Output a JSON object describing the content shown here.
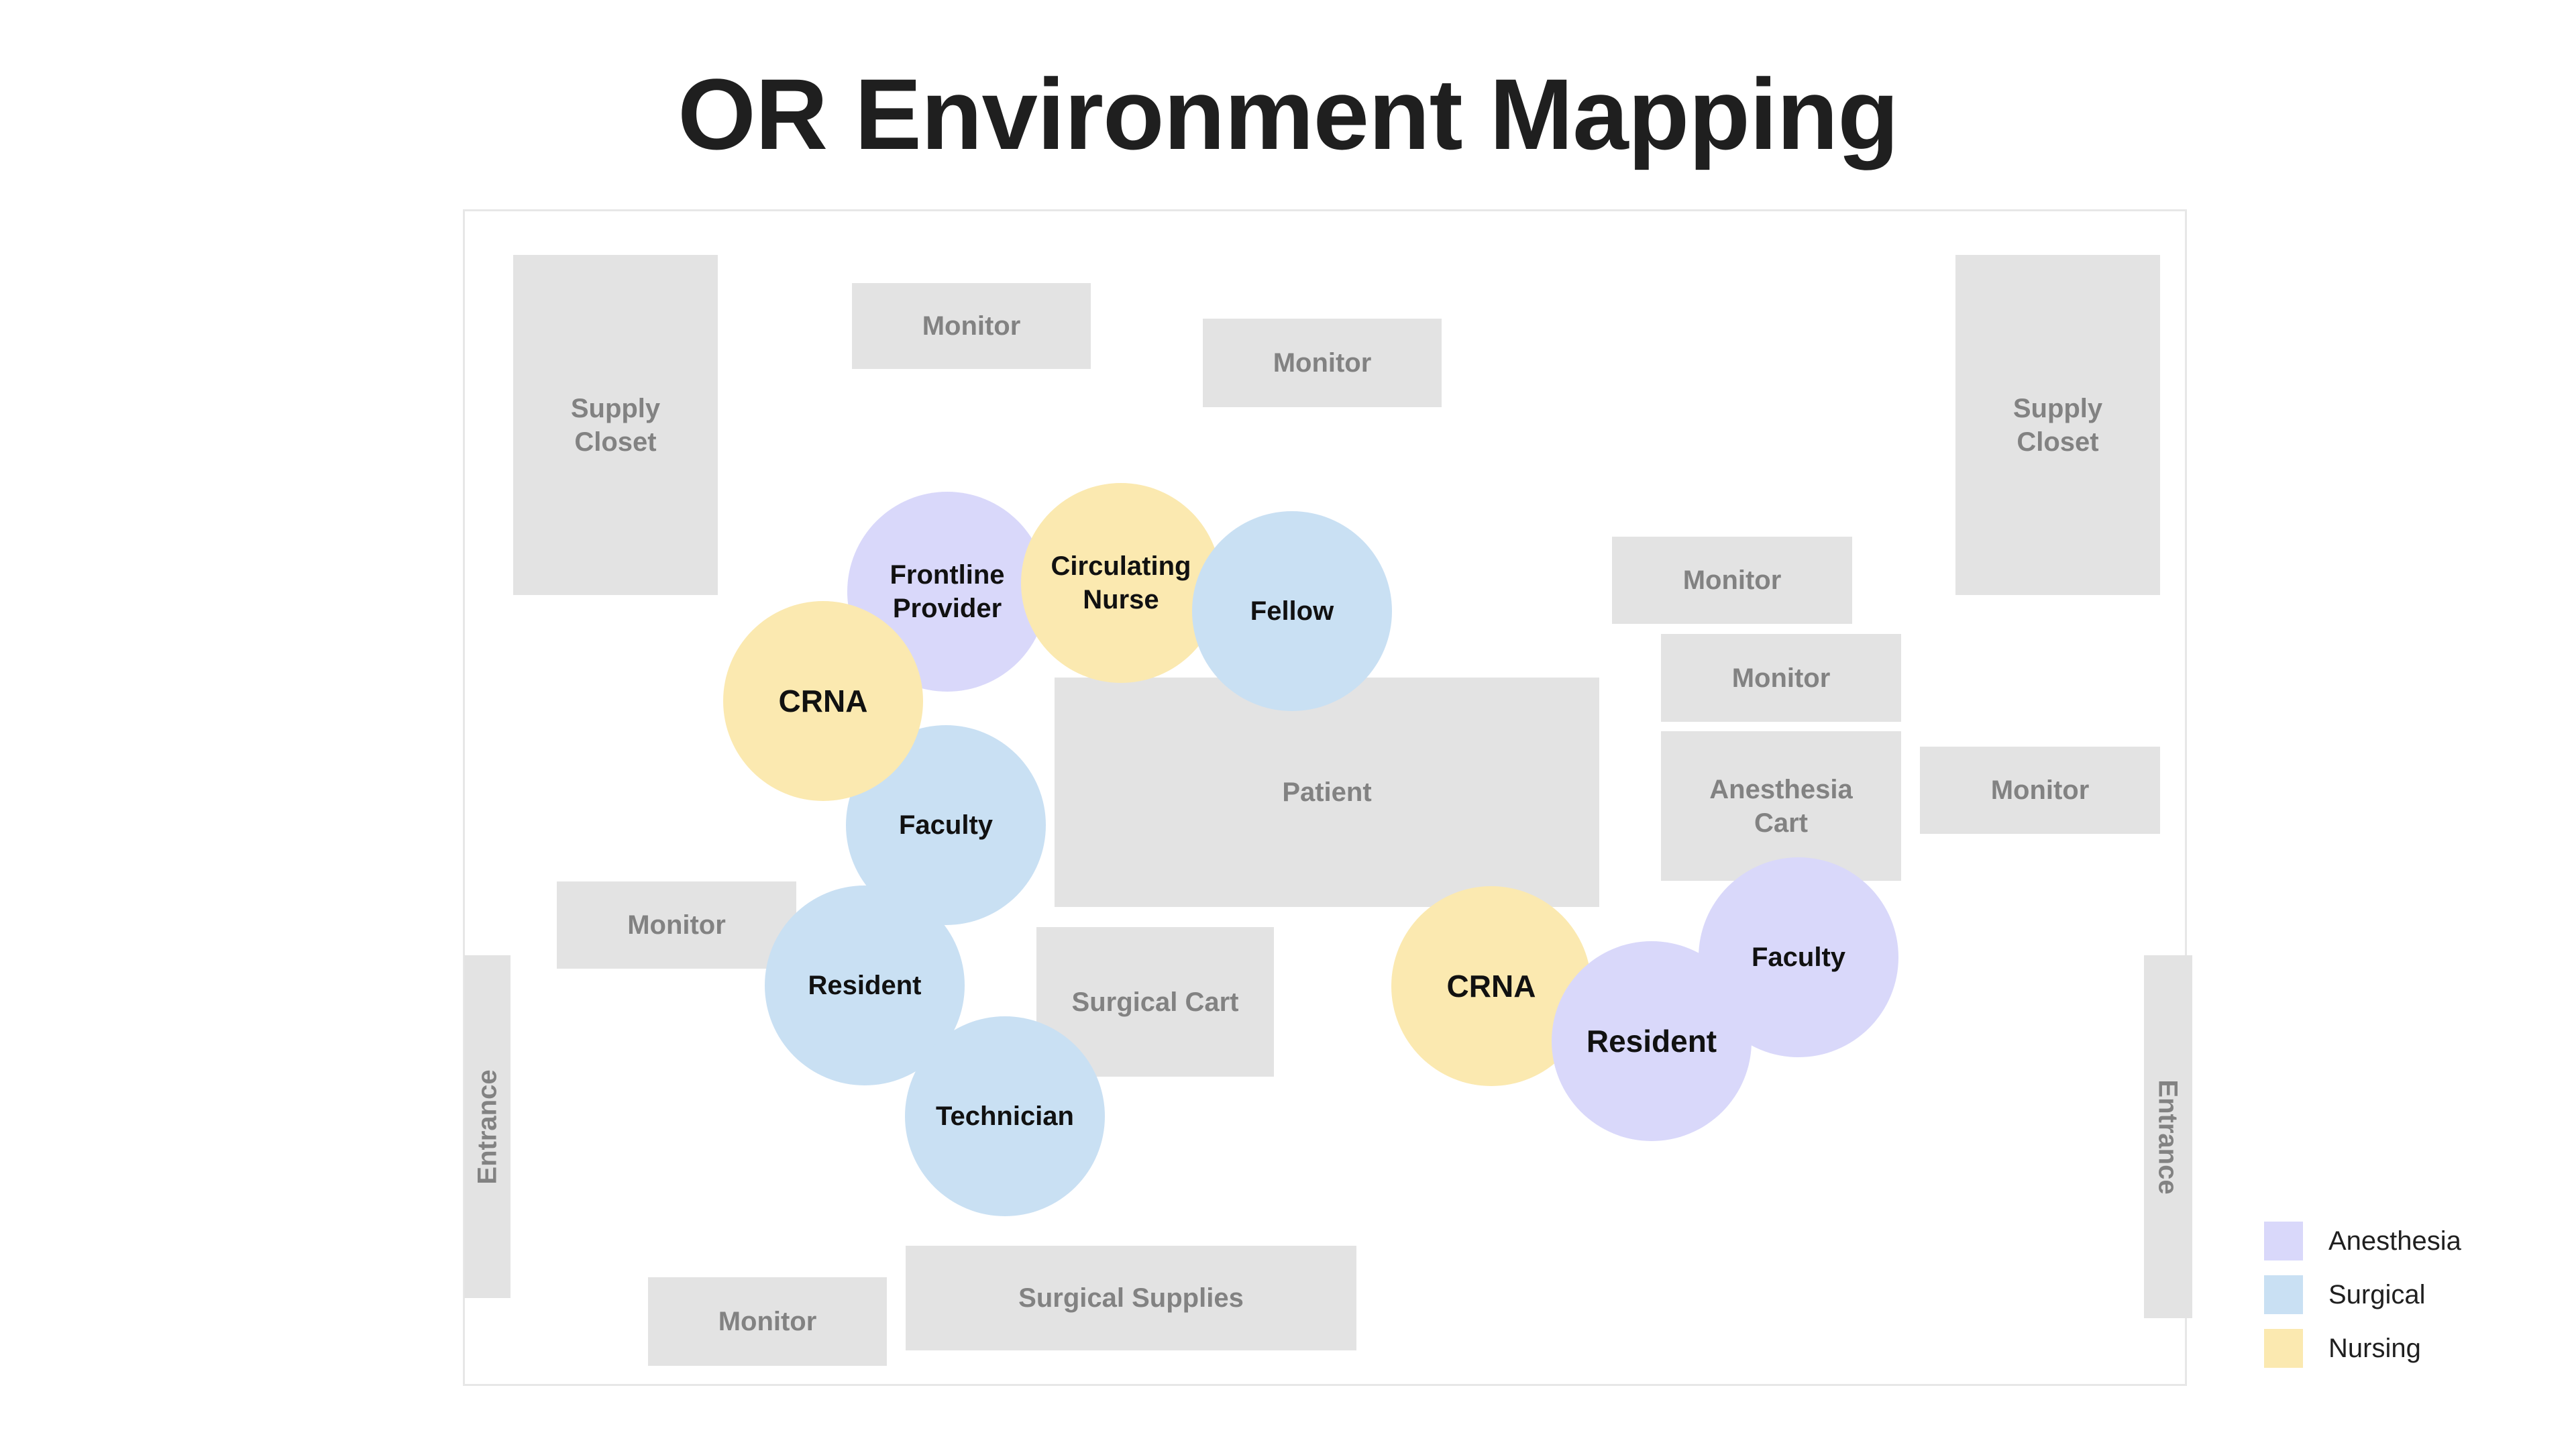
{
  "title": "OR Environment Mapping",
  "colors": {
    "anesthesia": "#d9d8fa",
    "surgical": "#c9e0f3",
    "nursing": "#fbe9b0",
    "fixture": "#e3e3e3",
    "fixture_text": "#828282"
  },
  "fixtures": {
    "supply_closet_left": "Supply\nCloset",
    "supply_closet_right": "Supply\nCloset",
    "monitor_top_1": "Monitor",
    "monitor_top_2": "Monitor",
    "monitor_right_1": "Monitor",
    "monitor_right_2": "Monitor",
    "monitor_right_3": "Monitor",
    "monitor_left": "Monitor",
    "monitor_bottom": "Monitor",
    "patient": "Patient",
    "anesthesia_cart": "Anesthesia\nCart",
    "surgical_cart": "Surgical Cart",
    "surgical_supplies": "Surgical Supplies",
    "entrance_left": "Entrance",
    "entrance_right": "Entrance"
  },
  "staff": {
    "frontline_provider": {
      "label": "Frontline\nProvider",
      "team": "anesthesia"
    },
    "circulating_nurse": {
      "label": "Circulating\nNurse",
      "team": "nursing"
    },
    "fellow": {
      "label": "Fellow",
      "team": "surgical"
    },
    "crna_left": {
      "label": "CRNA",
      "team": "nursing"
    },
    "faculty_left": {
      "label": "Faculty",
      "team": "surgical"
    },
    "resident_left": {
      "label": "Resident",
      "team": "surgical"
    },
    "technician": {
      "label": "Technician",
      "team": "surgical"
    },
    "crna_right": {
      "label": "CRNA",
      "team": "nursing"
    },
    "resident_right": {
      "label": "Resident",
      "team": "anesthesia"
    },
    "faculty_right": {
      "label": "Faculty",
      "team": "anesthesia"
    }
  },
  "legend": {
    "anesthesia": "Anesthesia",
    "surgical": "Surgical",
    "nursing": "Nursing"
  }
}
